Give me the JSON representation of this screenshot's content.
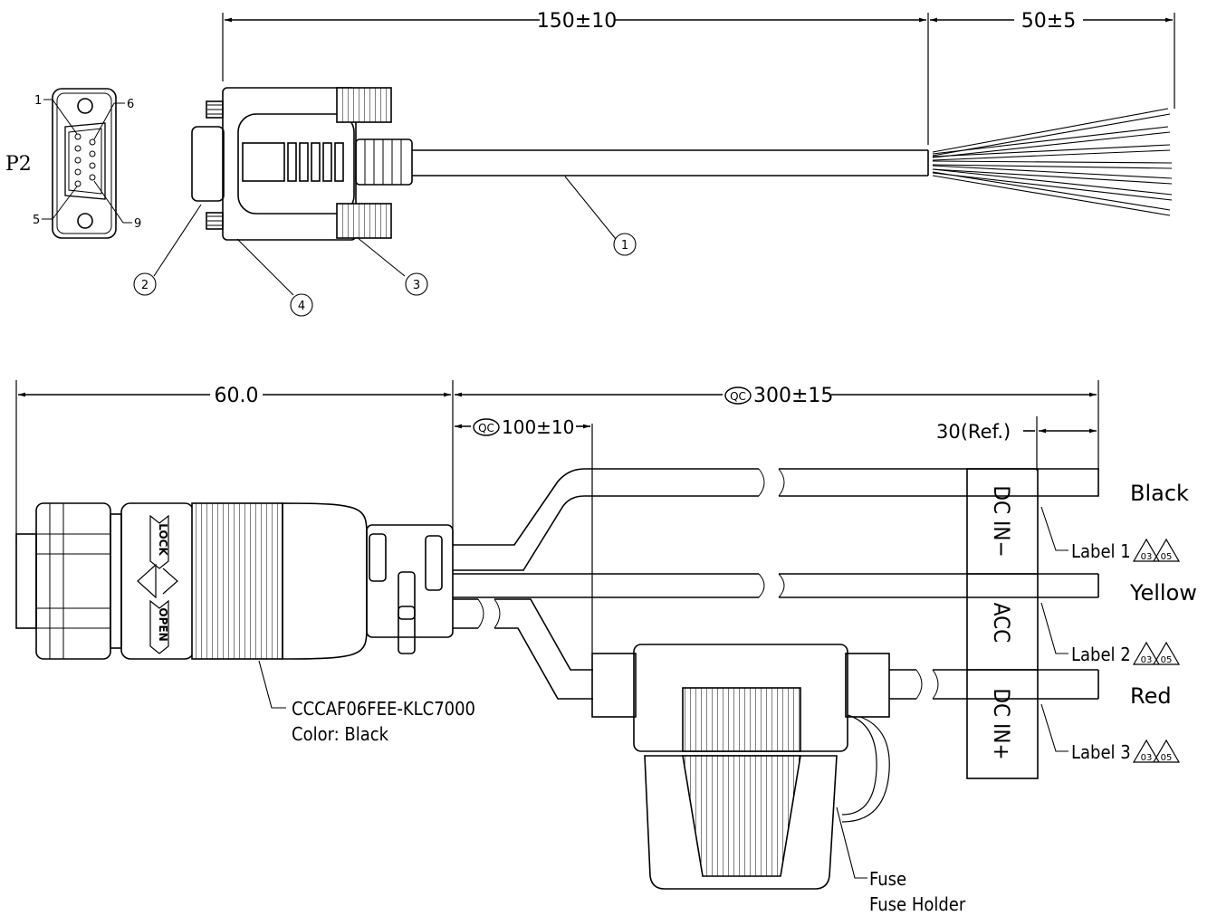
{
  "top": {
    "dim_main": "150±10",
    "dim_tail": "50±5",
    "connector_name": "P2",
    "pins": {
      "p1": "1",
      "p5": "5",
      "p6": "6",
      "p9": "9"
    },
    "callouts": [
      "1",
      "2",
      "3",
      "4"
    ]
  },
  "bottom": {
    "dim_connector": "60.0",
    "dim_total": "300±15",
    "dim_total_mark": "QC",
    "dim_fuse": "100±10",
    "dim_fuse_mark": "QC",
    "dim_ref": "30(Ref.)",
    "part_number": "CCCAF06FEE-KLC7000",
    "color_text": "Color: Black",
    "lock_text": "LOCK",
    "open_text": "OPEN",
    "wires": [
      {
        "color": "Black",
        "sleeve": "DC IN−",
        "label": "Label 1",
        "rev_a": "03",
        "rev_b": "05"
      },
      {
        "color": "Yellow",
        "sleeve": "ACC",
        "label": "Label 2",
        "rev_a": "03",
        "rev_b": "05"
      },
      {
        "color": "Red",
        "sleeve": "DC IN+",
        "label": "Label 3",
        "rev_a": "03",
        "rev_b": "05"
      }
    ],
    "fuse_text": "Fuse",
    "fuse_holder_text": "Fuse Holder"
  }
}
